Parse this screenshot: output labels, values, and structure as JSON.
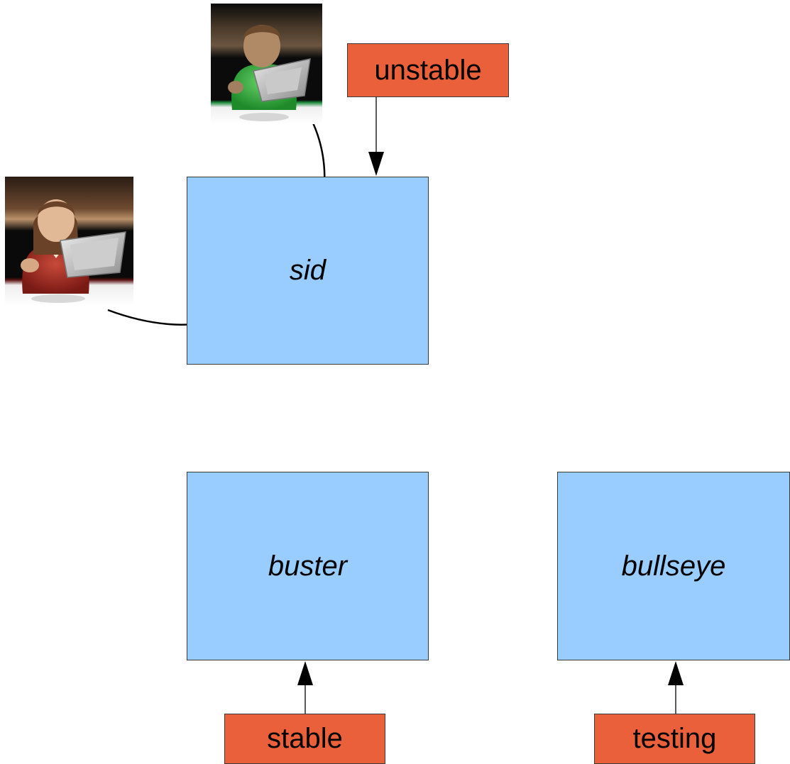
{
  "suites": {
    "sid": "sid",
    "buster": "buster",
    "bullseye": "bullseye"
  },
  "tags": {
    "unstable": "unstable",
    "stable": "stable",
    "testing": "testing"
  },
  "colors": {
    "suite_fill": "#99ccff",
    "tag_fill": "#e9603a",
    "line": "#000000"
  },
  "icons": {
    "developer_male": "user-with-laptop-icon",
    "developer_female": "user-with-laptop-icon"
  }
}
